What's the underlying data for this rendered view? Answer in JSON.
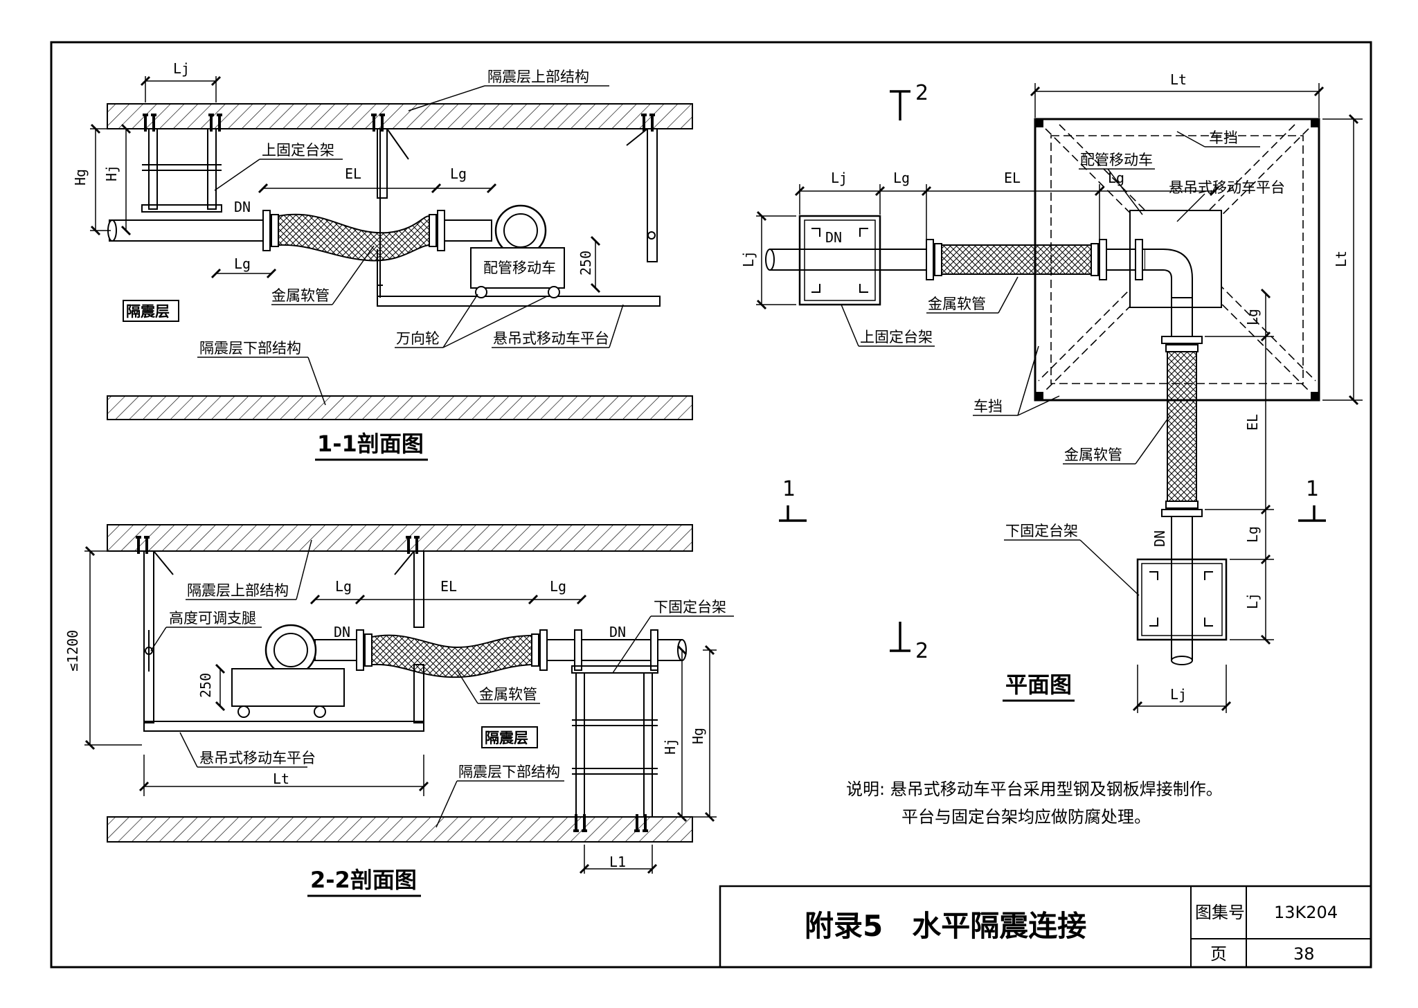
{
  "labels": {
    "s11": {
      "upper_struct": "隔震层上部结构",
      "upper_support": "上固定台架",
      "metal_hose": "金属软管",
      "isolation_layer": "隔震层",
      "lower_struct": "隔震层下部结构",
      "caster": "万向轮",
      "platform": "悬吊式移动车平台",
      "cart": "配管移动车",
      "title": "1-1剖面图"
    },
    "s22": {
      "upper_struct": "隔震层上部结构",
      "adj_leg": "高度可调支腿",
      "lower_support": "下固定台架",
      "metal_hose": "金属软管",
      "isolation_layer": "隔震层",
      "platform": "悬吊式移动车平台",
      "lower_struct": "隔震层下部结构",
      "title": "2-2剖面图"
    },
    "plan": {
      "cart": "配管移动车",
      "stopper_top": "车挡",
      "platform": "悬吊式移动车平台",
      "metal_hose_1": "金属软管",
      "upper_support": "上固定台架",
      "stopper_left": "车挡",
      "metal_hose_2": "金属软管",
      "lower_support": "下固定台架",
      "title": "平面图"
    }
  },
  "dims": {
    "Lj": "Lj",
    "Lg": "Lg",
    "EL": "EL",
    "Lt": "Lt",
    "Hg": "Hg",
    "Hj": "Hj",
    "DN": "DN",
    "h250": "250",
    "h1200": "≤1200",
    "L1": "L1"
  },
  "section_marks": {
    "one": "1",
    "two": "2"
  },
  "notes": {
    "line1": "说明: 悬吊式移动车平台采用型钢及钢板焊接制作。",
    "line2": "平台与固定台架均应做防腐处理。"
  },
  "title_block": {
    "title": "附录5　水平隔震连接",
    "atlas_label": "图集号",
    "atlas_value": "13K204",
    "page_label": "页",
    "page_value": "38"
  }
}
